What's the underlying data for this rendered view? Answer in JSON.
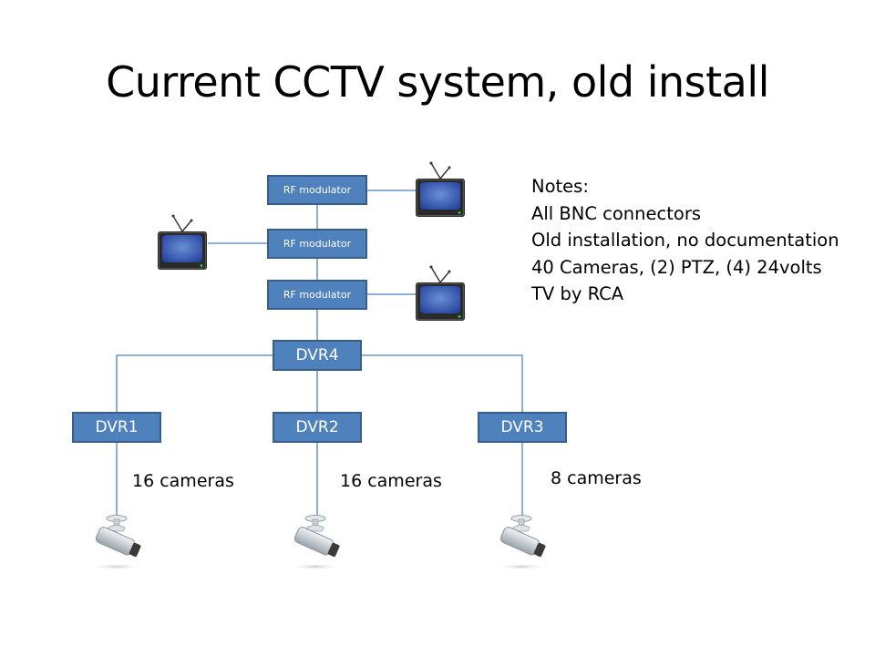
{
  "title": "Current CCTV system, old install",
  "rf_modulators": [
    {
      "label": "RF modulator"
    },
    {
      "label": "RF modulator"
    },
    {
      "label": "RF modulator"
    }
  ],
  "dvrs": {
    "dvr4": {
      "label": "DVR4"
    },
    "dvr1": {
      "label": "DVR1"
    },
    "dvr2": {
      "label": "DVR2"
    },
    "dvr3": {
      "label": "DVR3"
    }
  },
  "camera_counts": {
    "dvr1": "16 cameras",
    "dvr2": "16 cameras",
    "dvr3": "8 cameras"
  },
  "notes": [
    "Notes:",
    "All BNC connectors",
    "Old installation, no documentation",
    "40 Cameras, (2) PTZ, (4) 24volts",
    "TV by RCA"
  ],
  "colors": {
    "box_fill": "#4f81bd",
    "box_border": "#385d8a",
    "connector": "#4f81bd"
  },
  "icons": {
    "tv": "tv-icon",
    "camera": "security-camera-icon"
  }
}
